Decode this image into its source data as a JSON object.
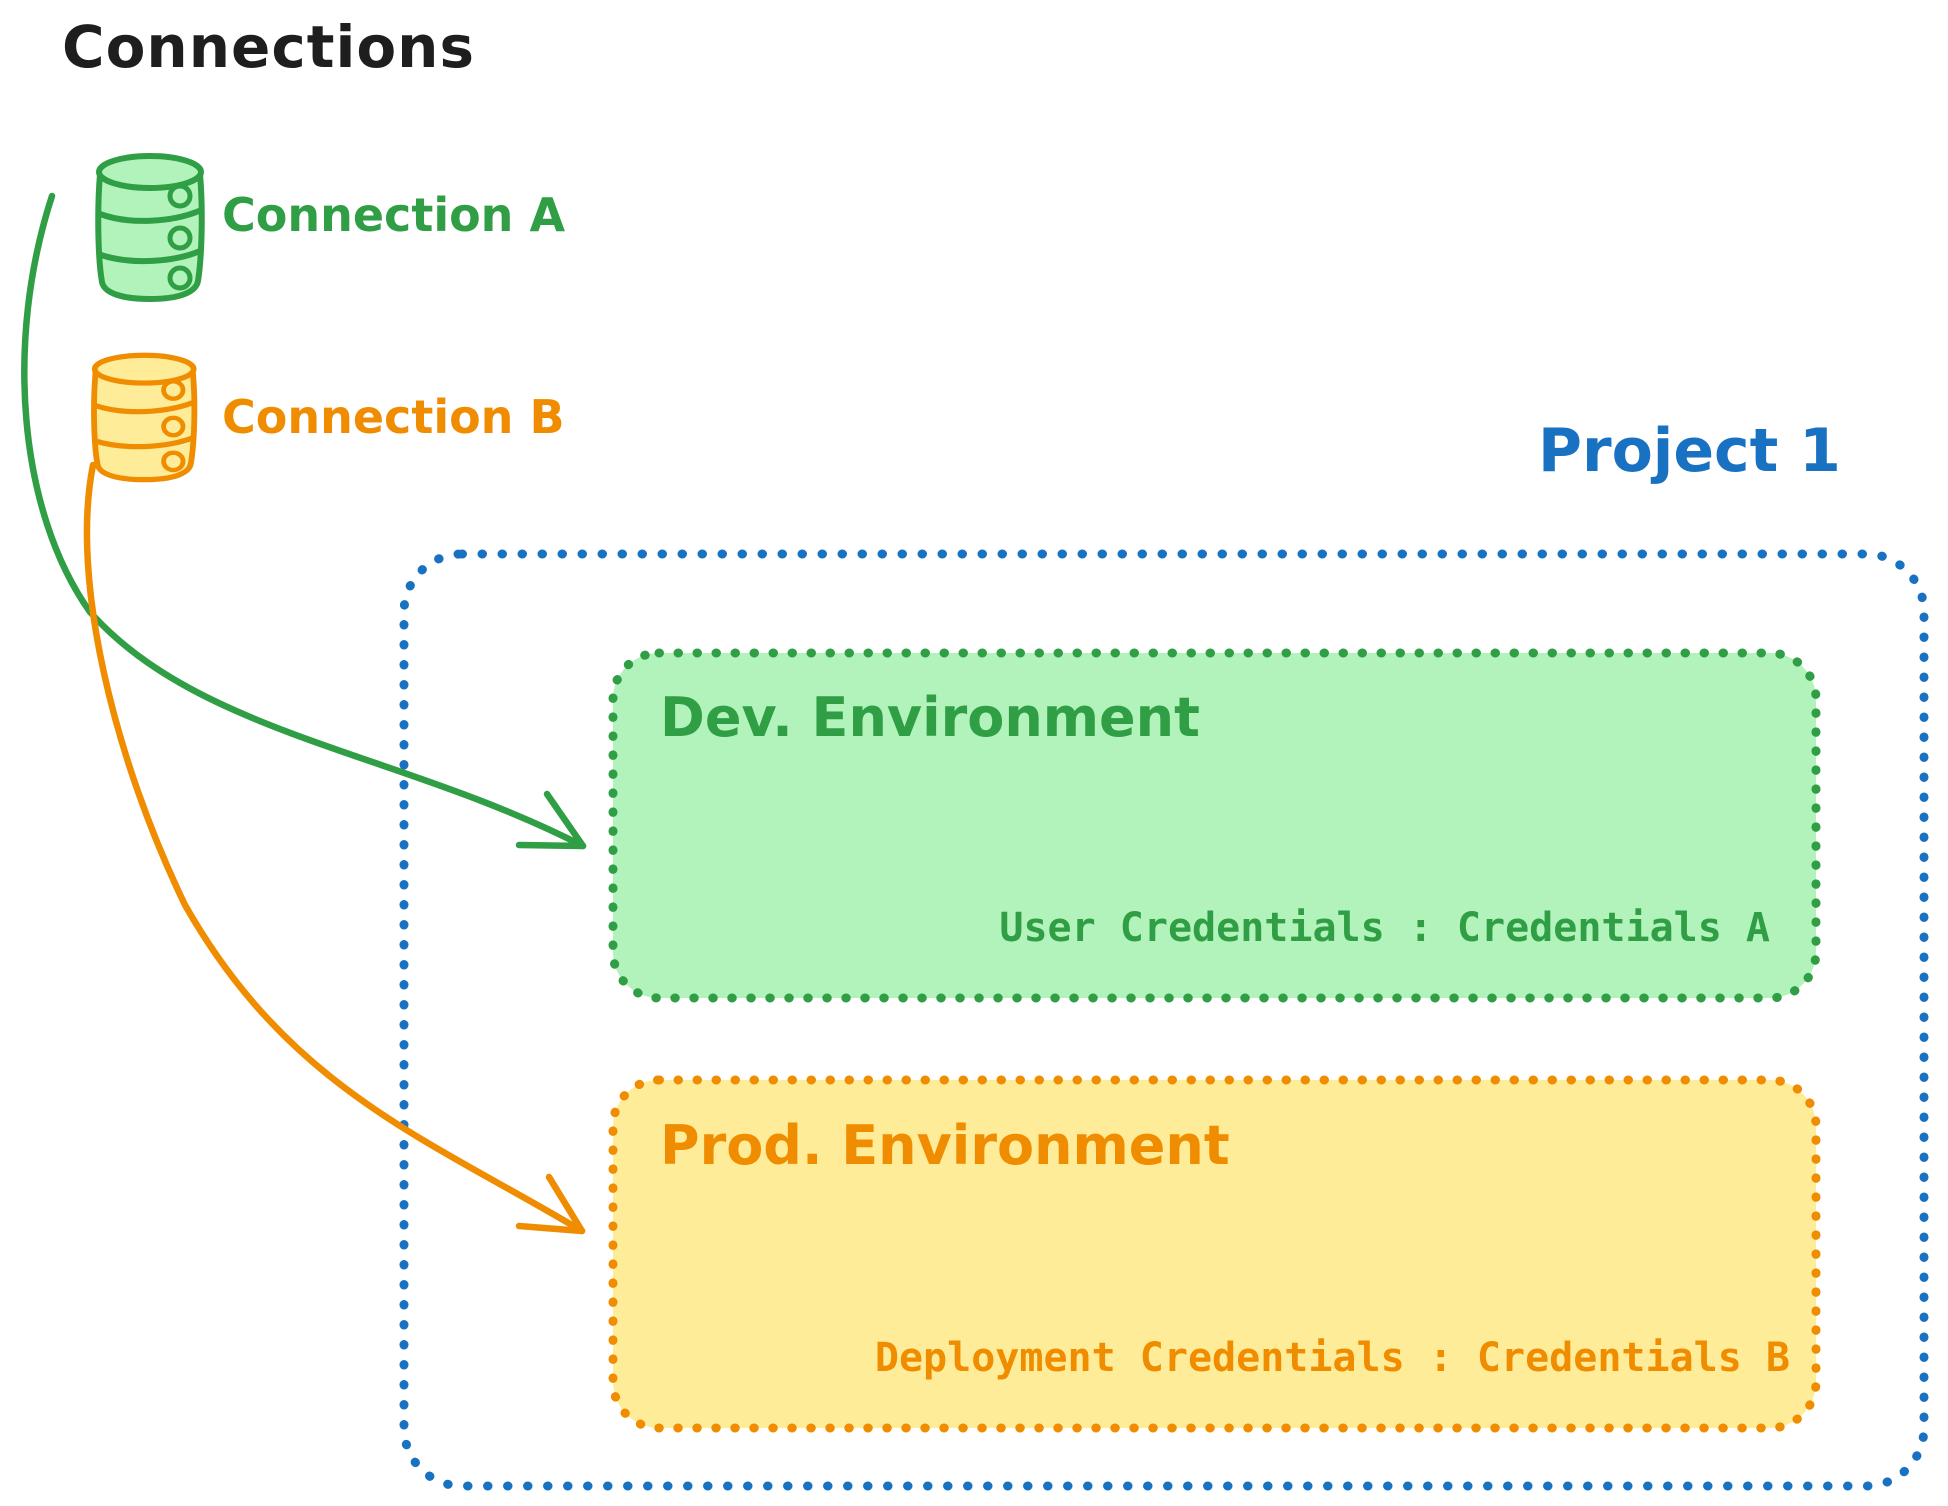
{
  "title": "Connections",
  "connections": [
    {
      "label": "Connection A",
      "color": "#2f9e44",
      "icon": "database-icon"
    },
    {
      "label": "Connection B",
      "color": "#f08c00",
      "icon": "database-icon"
    }
  ],
  "project": {
    "title": "Project 1",
    "color": "#1971c2",
    "environments": [
      {
        "name": "Dev. Environment",
        "credentials_label": "User Credentials : Credentials A",
        "stroke_color": "#2f9e44",
        "fill_color": "#b2f2bb",
        "arrow_from": "Connection A"
      },
      {
        "name": "Prod. Environment",
        "credentials_label": "Deployment Credentials : Credentials B",
        "stroke_color": "#f08c00",
        "fill_color": "#ffec99",
        "arrow_from": "Connection B"
      }
    ]
  },
  "colors": {
    "ink": "#1e1e1e",
    "green_stroke": "#2f9e44",
    "green_fill": "#b2f2bb",
    "orange_stroke": "#f08c00",
    "orange_fill": "#ffec99",
    "blue": "#1971c2"
  }
}
